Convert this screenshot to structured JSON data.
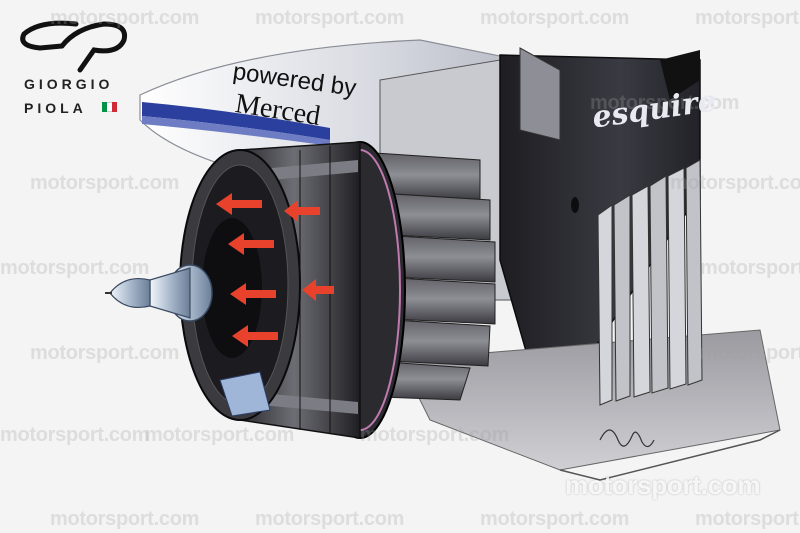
{
  "watermark": {
    "text": "motorsport.com"
  },
  "logo": {
    "line1": "GIORGIO",
    "line2": "PIOLA",
    "flag_colors": [
      "#009246",
      "#ffffff",
      "#ce2b37"
    ]
  },
  "livery": {
    "line1": "powered by",
    "line2": "Merced",
    "sponsor": "esquire"
  },
  "colors": {
    "arrow": "#e8412c",
    "body_dark": "#2a2a30",
    "accent_blue": "#2b3f9e",
    "drum_dark": "#3a3a3f"
  }
}
